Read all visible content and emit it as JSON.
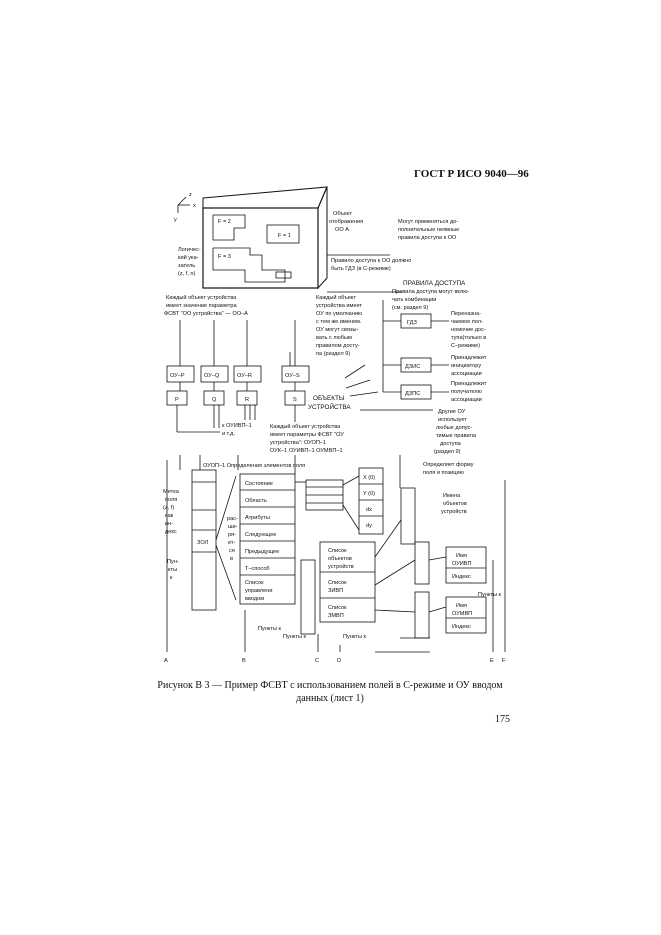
{
  "header": "ГОСТ Р ИСО 9040—96",
  "caption_line1": "Рисунок В 3 — Пример ФСВТ с использованием полей в С-режиме и ОУ вводом",
  "caption_line2": "данных (лист 1)",
  "page_number": "175",
  "axes": {
    "z": "z",
    "x": "x",
    "y": "y"
  },
  "box": {
    "f2": "F = 2",
    "f1": "F = 1",
    "f3": "F = 3"
  },
  "notes": {
    "obj1": "Объект",
    "obj2": "отображения",
    "obj3": "ОО  А",
    "mog1": "Могут применяться до-",
    "mog2": "полнительные неявные",
    "mog3": "правила доступа к ОО",
    "prav1": "Правило доступа к ОО должно",
    "prav2": "быть ГДЗ (в С-режиме)",
    "log1": "Логичес-",
    "log2": "кий ука-",
    "log3": "затель",
    "log4": "(z, f, n)",
    "pd": "ПРАВИЛА ДОСТУПА",
    "pd2": "Правила доступа могут вклю-",
    "pd3": "чать комбинации",
    "pd4": "(см. раздел 9)",
    "kaz1": "Каждый объект устройства",
    "kaz2": "имеет значение параметра",
    "kaz3": "ФСВТ \"ОО устройства\" — ОО–А",
    "kb1": "Каждый объект",
    "kb2": "устройства имеет",
    "kb3": "ОУ по умолчанию",
    "kb4": "с тем же именем.",
    "kb5": "ОУ могут связы-",
    "kb6": "вать с любым",
    "kb7": "правилом досту-",
    "kb8": "па (раздел 9)",
    "per1": "Переназна-",
    "per2": "чаемое пол-",
    "per3": "номочие дос-",
    "per4": "тупа(только в",
    "per5": "С–режиме)",
    "pri1": "Принадлежит",
    "pri2": "инициатору",
    "pri3": "ассоциации",
    "pol1": "Принадлежит",
    "pol2": "получателю",
    "pol3": "ассоциации",
    "objdev1": "ОБЪЕКТЫ",
    "objdev2": "УСТРОЙСТВА",
    "dr1": "Другие ОУ",
    "dr2": "использует",
    "dr3": "любые допус-",
    "dr4": "тимые правила",
    "dr5": "доступа",
    "dr6": "(раздел 9(",
    "kd1": "Каждый объект устройства",
    "kd2": "имеет параметры ФСВТ \"ОУ",
    "kd3": "устройства\": ОУОП–1",
    "kd4": "ОУК–1   ОУИВП–1   ОУМВП–1",
    "kou1": "к ОУИВП–1",
    "kou2": "и т.д.",
    "ouop": "ОУОП–1  Определения элементов поля",
    "opf1": "Определяет форму",
    "opf2": "поля и позицию",
    "im1": "Имена",
    "im2": "объектов",
    "im3": "устройств",
    "met1": "Метка",
    "met2": "поля",
    "met3": "(z, f)",
    "met4": "как",
    "met5": "ин-",
    "met6": "декс",
    "pun1": "Пун-",
    "pun2": "кты",
    "pun3": "к",
    "ras1": "рас-",
    "ras2": "ши-",
    "ras3": "ря-",
    "ras4": "ет-",
    "ras5": "ся",
    "ras6": "в"
  },
  "devices": {
    "oup": "ОУ–P",
    "ouq": "ОУ–Q",
    "our": "ОУ–R",
    "ous": "ОУ–S",
    "p": "P",
    "q": "Q",
    "r": "R",
    "s": "S"
  },
  "rules": {
    "gdz": "ГДЗ",
    "dzis": "ДЗИС",
    "dzps": "ДЗПС"
  },
  "zol": "ЗОЛ",
  "elements": [
    "Состояние",
    "Область",
    "Атрибуты",
    "Следующее",
    "Предыдущее",
    "Т–способ"
  ],
  "elem_list1": "Список",
  "elem_list2": "управлени",
  "elem_list3": "вводом",
  "xy": [
    "X (0)",
    "Y (0)",
    "dx",
    "dy"
  ],
  "lists": {
    "l1a": "Список",
    "l1b": "объектов",
    "l1c": "устройств",
    "l2a": "Список",
    "l2b": "ЗИВП",
    "l3a": "Список",
    "l3b": "ЗМВП"
  },
  "names": {
    "n1a": "Имя",
    "n1b": "ОУИВП",
    "idx1": "Индекс",
    "n2a": "Имя",
    "n2b": "ОУМВП",
    "idx2": "Индекс"
  },
  "points": {
    "pk1": "Пункты к",
    "pk2": "Пункты к",
    "pk3": "Пункты к",
    "pk4": "Пункты к"
  },
  "bottom_labels": [
    "A",
    "B",
    "C",
    "D",
    "E",
    "F"
  ]
}
